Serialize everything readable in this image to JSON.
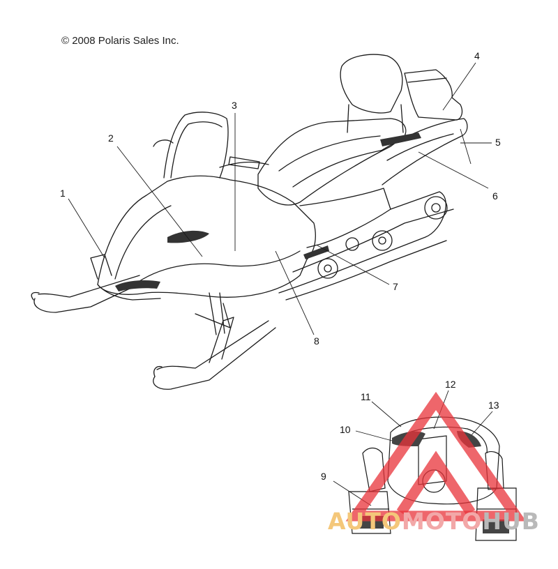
{
  "copyright": "© 2008 Polaris Sales Inc.",
  "callouts": [
    "1",
    "2",
    "3",
    "4",
    "5",
    "6",
    "7",
    "8",
    "9",
    "10",
    "11",
    "12",
    "13"
  ],
  "watermark": {
    "part1": "AUTO",
    "part2": "MOTO",
    "part3": "HUB"
  },
  "colors": {
    "line": "#1a1a1a",
    "decal": "#333333",
    "wm_triangle": "#e8333a",
    "wm_auto": "#f4c77a",
    "wm_moto": "#f2a8a8",
    "wm_hub": "#b9b9b9"
  }
}
